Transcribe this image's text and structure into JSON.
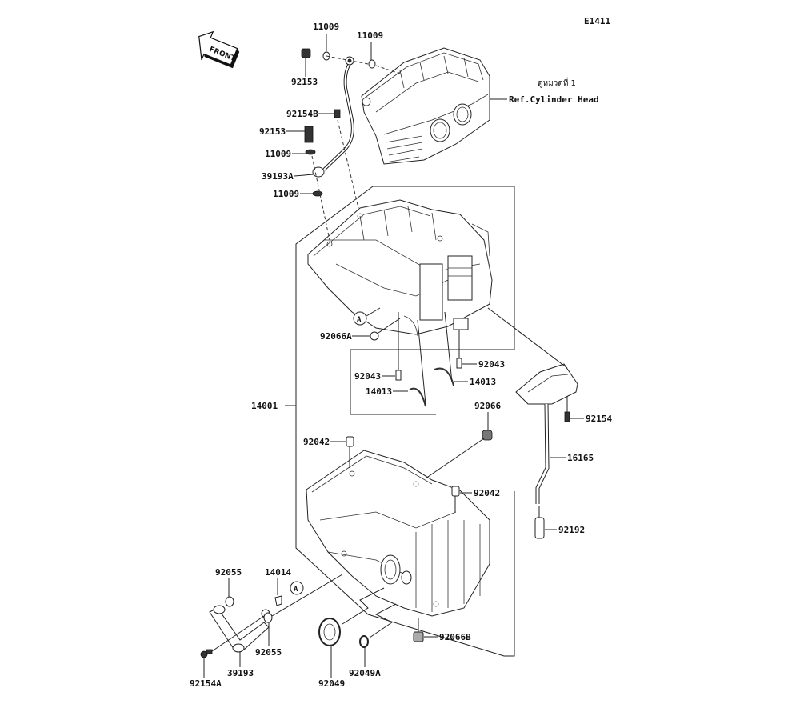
{
  "diagram": {
    "code": "E1411",
    "front_label": "FRONT",
    "reference": {
      "thai_label": "ดูหมวดที่ 1",
      "label": "Ref.Cylinder Head"
    },
    "callout_A": "A",
    "parts": [
      {
        "id": "p1",
        "number": "11009"
      },
      {
        "id": "p2",
        "number": "11009"
      },
      {
        "id": "p3",
        "number": "92153"
      },
      {
        "id": "p4",
        "number": "92154B"
      },
      {
        "id": "p5",
        "number": "92153"
      },
      {
        "id": "p6",
        "number": "11009"
      },
      {
        "id": "p7",
        "number": "39193A"
      },
      {
        "id": "p8",
        "number": "11009"
      },
      {
        "id": "p9",
        "number": "92066A"
      },
      {
        "id": "p10",
        "number": "92043"
      },
      {
        "id": "p11",
        "number": "92043"
      },
      {
        "id": "p12",
        "number": "14013"
      },
      {
        "id": "p13",
        "number": "14013"
      },
      {
        "id": "p14",
        "number": "14001"
      },
      {
        "id": "p15",
        "number": "92066"
      },
      {
        "id": "p16",
        "number": "92154"
      },
      {
        "id": "p17",
        "number": "92042"
      },
      {
        "id": "p18",
        "number": "16165"
      },
      {
        "id": "p19",
        "number": "92042"
      },
      {
        "id": "p20",
        "number": "92192"
      },
      {
        "id": "p21",
        "number": "92055"
      },
      {
        "id": "p22",
        "number": "14014"
      },
      {
        "id": "p23",
        "number": "92055"
      },
      {
        "id": "p24",
        "number": "39193"
      },
      {
        "id": "p25",
        "number": "92154A"
      },
      {
        "id": "p26",
        "number": "92049"
      },
      {
        "id": "p27",
        "number": "92049A"
      },
      {
        "id": "p28",
        "number": "92066B"
      }
    ]
  }
}
